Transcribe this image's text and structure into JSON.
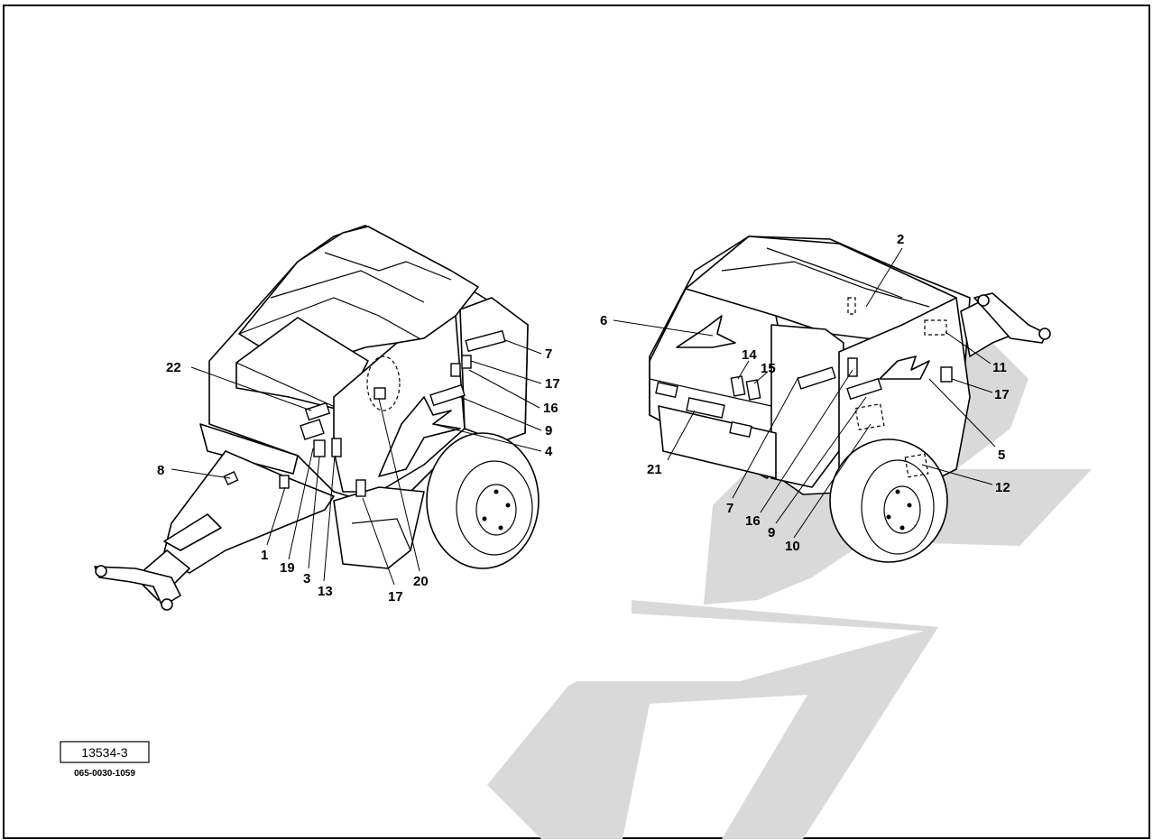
{
  "figure": {
    "id_box": "13534-3",
    "drawing_number": "065-0030-1059"
  },
  "left_view": {
    "callouts": [
      "22",
      "8",
      "1",
      "19",
      "3",
      "13",
      "17",
      "20",
      "4",
      "9",
      "16",
      "17",
      "7"
    ]
  },
  "right_view": {
    "callouts": [
      "6",
      "14",
      "15",
      "21",
      "7",
      "16",
      "9",
      "10",
      "12",
      "5",
      "17",
      "11",
      "2"
    ]
  }
}
